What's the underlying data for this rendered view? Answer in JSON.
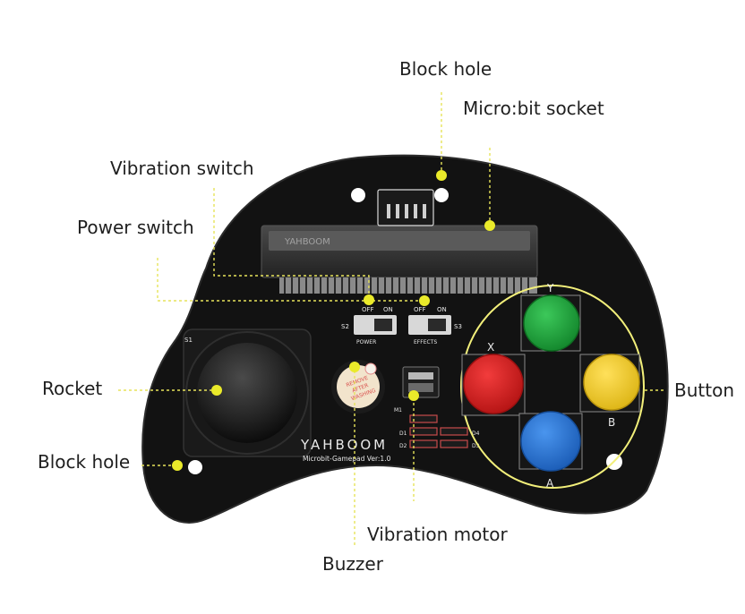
{
  "callouts": {
    "block_hole_top": "Block hole",
    "microbit_socket": "Micro:bit socket",
    "vibration_switch": "Vibration switch",
    "power_switch": "Power switch",
    "rocket": "Rocket",
    "block_hole_bottom": "Block hole",
    "button": "Button",
    "vibration_motor": "Vibration motor",
    "buzzer": "Buzzer"
  },
  "board": {
    "brand": "YAHBOOM",
    "model": "Microbit-Gamepad  Ver:1.0",
    "socket_print": "YAHBOOM",
    "switch_off": "OFF",
    "switch_on": "ON",
    "power_label": "POWER",
    "effects_label": "EFFECTS",
    "s1": "S1",
    "s2": "S2",
    "s3": "S3",
    "m1": "M1",
    "d1": "D1",
    "d2": "D2",
    "d3": "D3",
    "d4": "D4",
    "buzzer_sticker": [
      "REMOVE",
      "AFTER",
      "WASHING"
    ],
    "buttons": {
      "y": "Y",
      "x": "X",
      "b": "B",
      "a": "A"
    }
  },
  "colors": {
    "board": "#111111",
    "callout_line": "#e7e35a",
    "button_y": "#1fa33a",
    "button_x": "#d81e1e",
    "button_b": "#f2cf1e",
    "button_a": "#1f6fd0",
    "button_ring": "#f2ef7a"
  }
}
